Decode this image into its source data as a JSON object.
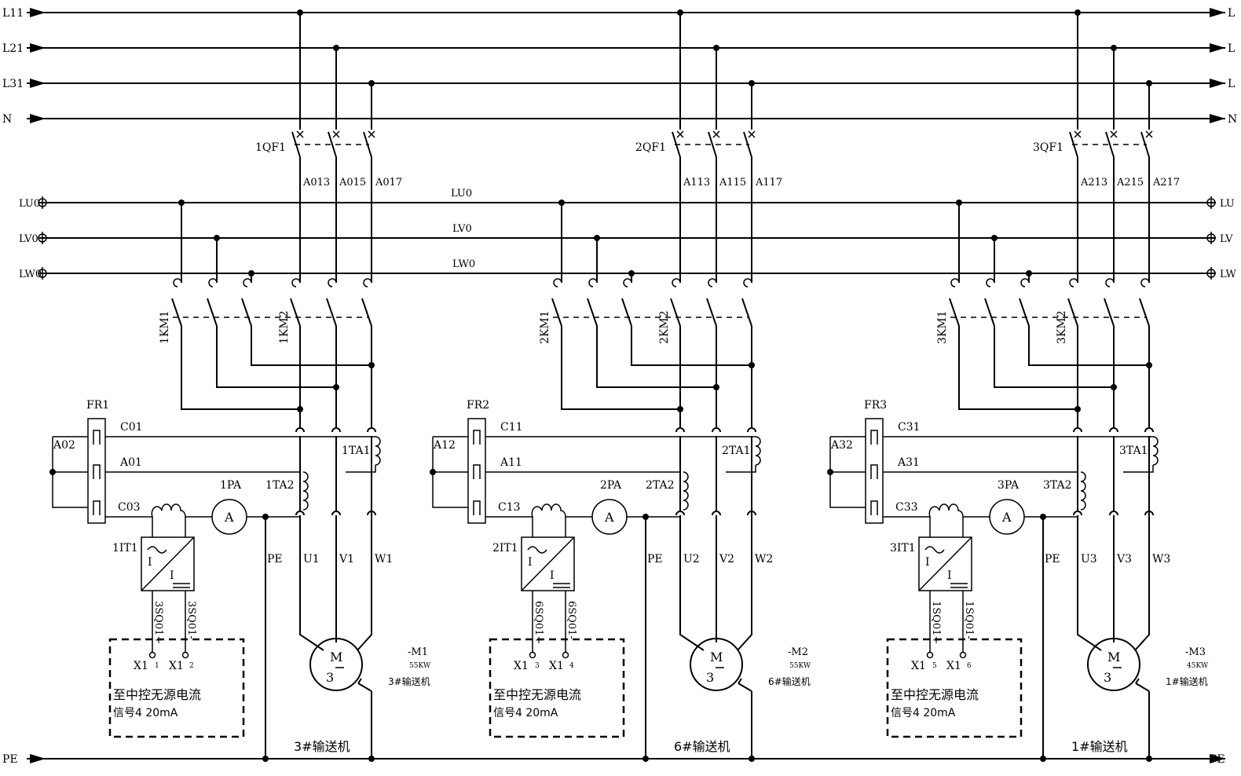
{
  "buses": {
    "phase": [
      {
        "left": "L11",
        "right": "L"
      },
      {
        "left": "L21",
        "right": "L"
      },
      {
        "left": "L31",
        "right": "L"
      },
      {
        "left": "N",
        "right": "N"
      }
    ],
    "aux": [
      {
        "left": "LU0",
        "right": "LU",
        "mid": "LU0"
      },
      {
        "left": "LV0",
        "right": "LV",
        "mid": "LV0"
      },
      {
        "left": "LW0",
        "right": "LW",
        "mid": "LW0"
      }
    ],
    "pe": {
      "left": "PE",
      "right": "PE"
    }
  },
  "feeders": [
    {
      "breaker": "1QF1",
      "wires": [
        "A013",
        "A015",
        "A017"
      ],
      "contactor1": "1KM1",
      "contactor2": "1KM2",
      "relay": "FR1",
      "relay_wires": [
        "C01",
        "A01",
        "C03"
      ],
      "loop": "A02",
      "ct1": "1TA1",
      "ct2": "1TA2",
      "ammeter": "1PA",
      "ammeter_symbol": "A",
      "transducer": "1IT1",
      "transducer_marks": [
        "I",
        "I"
      ],
      "signal_wires": [
        "3SQ01+",
        "3SQ01-"
      ],
      "terminals": [
        {
          "name": "X1",
          "num": "1"
        },
        {
          "name": "X1",
          "num": "2"
        }
      ],
      "remote_text": [
        "至中控无源电流",
        "信号4 20mA"
      ],
      "phases": [
        "U1",
        "V1",
        "W1"
      ],
      "pe": "PE",
      "motor": "-M1",
      "motor_text": [
        "M",
        "3"
      ],
      "power": "55KW",
      "duty": "3#输送机",
      "footer": "3#输送机"
    },
    {
      "breaker": "2QF1",
      "wires": [
        "A113",
        "A115",
        "A117"
      ],
      "contactor1": "2KM1",
      "contactor2": "2KM2",
      "relay": "FR2",
      "relay_wires": [
        "C11",
        "A11",
        "C13"
      ],
      "loop": "A12",
      "ct1": "2TA1",
      "ct2": "2TA2",
      "ammeter": "2PA",
      "ammeter_symbol": "A",
      "transducer": "2IT1",
      "transducer_marks": [
        "I",
        "I"
      ],
      "signal_wires": [
        "6SQ01+",
        "6SQ01-"
      ],
      "terminals": [
        {
          "name": "X1",
          "num": "3"
        },
        {
          "name": "X1",
          "num": "4"
        }
      ],
      "remote_text": [
        "至中控无源电流",
        "信号4 20mA"
      ],
      "phases": [
        "U2",
        "V2",
        "W2"
      ],
      "pe": "PE",
      "motor": "-M2",
      "motor_text": [
        "M",
        "3"
      ],
      "power": "55KW",
      "duty": "6#输送机",
      "footer": "6#输送机"
    },
    {
      "breaker": "3QF1",
      "wires": [
        "A213",
        "A215",
        "A217"
      ],
      "contactor1": "3KM1",
      "contactor2": "3KM2",
      "relay": "FR3",
      "relay_wires": [
        "C31",
        "A31",
        "C33"
      ],
      "loop": "A32",
      "ct1": "3TA1",
      "ct2": "3TA2",
      "ammeter": "3PA",
      "ammeter_symbol": "A",
      "transducer": "3IT1",
      "transducer_marks": [
        "I",
        "I"
      ],
      "signal_wires": [
        "1SQ01+",
        "1SQ01-"
      ],
      "terminals": [
        {
          "name": "X1",
          "num": "5"
        },
        {
          "name": "X1",
          "num": "6"
        }
      ],
      "remote_text": [
        "至中控无源电流",
        "信号4 20mA"
      ],
      "phases": [
        "U3",
        "V3",
        "W3"
      ],
      "pe": "PE",
      "motor": "-M3",
      "motor_text": [
        "M",
        "3"
      ],
      "power": "45KW",
      "duty": "1#输送机",
      "footer": "1#输送机"
    }
  ]
}
